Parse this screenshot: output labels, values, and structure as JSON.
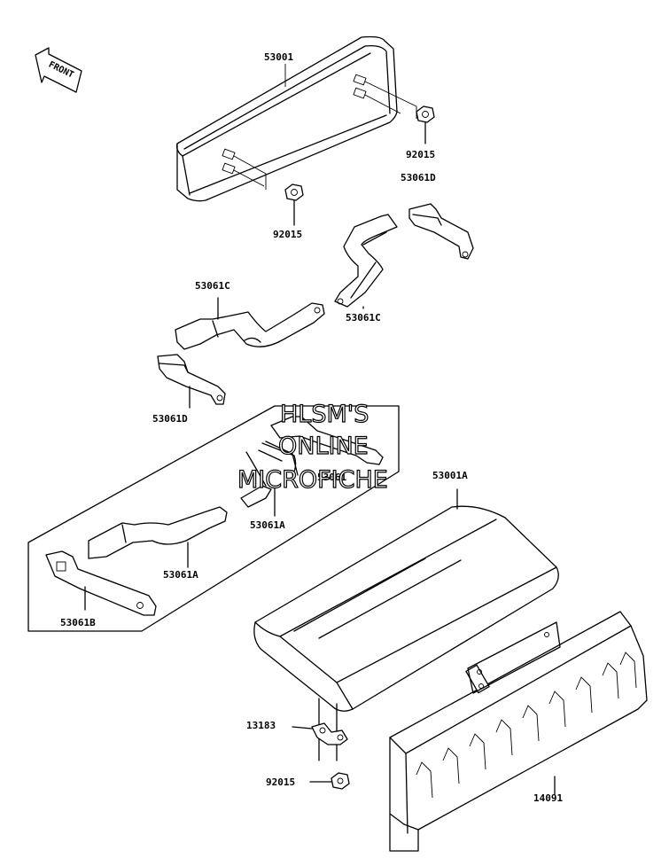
{
  "direction_label": "FRONT",
  "watermark": [
    "HLSM'S",
    "ONLINE",
    "MICROFICHE"
  ],
  "part_labels": {
    "p53001": "53001",
    "p92015_right": "92015",
    "p92015_left": "92015",
    "p53061D_top": "53061D",
    "p53061C_left": "53061C",
    "p53061C_right": "53061C",
    "p53061D_bottom": "53061D",
    "p53061": "53061",
    "p53061A_upper": "53061A",
    "p53061A_lower": "53061A",
    "p53061B": "53061B",
    "p53001A": "53001A",
    "p13183": "13183",
    "p92015_bottom": "92015",
    "p14091": "14091"
  }
}
